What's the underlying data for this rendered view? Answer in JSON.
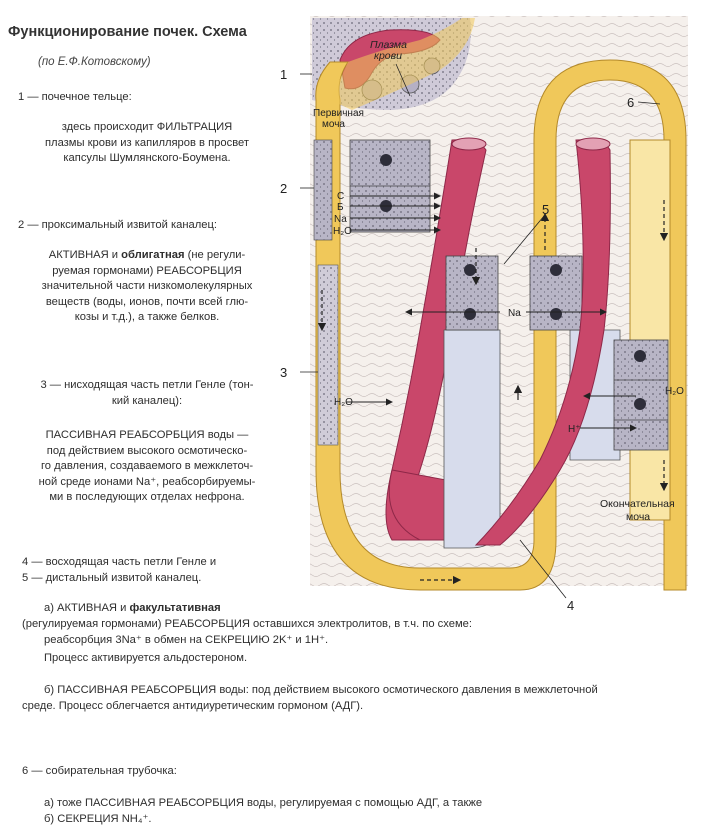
{
  "title": "Функционирование почек. Схема",
  "author": "(по Е.Ф.Котовскому)",
  "section1": {
    "heading": "1 — почечное тельце:",
    "lines": [
      "здесь происходит ФИЛЬТРАЦИЯ",
      "плазмы крови из капилляров в просвет",
      "капсулы Шумлянского-Боумена."
    ]
  },
  "section2": {
    "heading": "2 — проксимальный извитой каналец:",
    "line1_a": "АКТИВНАЯ и ",
    "line1_b": "облигатная",
    "line1_c": " (не регули-",
    "lines": [
      "руемая гормонами) РЕАБСОРБЦИЯ",
      "значительной части низкомолекулярных",
      "веществ (воды,  ионов, почти всей глю-",
      "козы и т.д.), а также белков."
    ]
  },
  "section3": {
    "heading_lines": [
      "3 — нисходящая часть петли Генле (тон-",
      "кий каналец):"
    ],
    "lines": [
      "ПАССИВНАЯ РЕАБСОРБЦИЯ воды —",
      "под действием высокого осмотическо-",
      "го давления, создаваемого в межклеточ-",
      "ной среде ионами Na⁺, реабсорбируемы-",
      "ми в последующих отделах нефрона."
    ]
  },
  "section45": {
    "line4": "4 — восходящая часть петли Генле и",
    "line5": "5 — дистальный извитой каналец.",
    "a_prefix": "а) АКТИВНАЯ и ",
    "a_bold": "факультативная",
    "a_line2": "(регулируемая гормонами) РЕАБСОРБЦИЯ оставшихся электролитов, в т.ч. по схеме:",
    "a_line3": "реабсорбция 3Na⁺ в обмен на СЕКРЕЦИЮ 2K⁺ и 1H⁺.",
    "a_line4": "Процесс активируется альдостероном.",
    "b_line1": "б) ПАССИВНАЯ РЕАБСОРБЦИЯ воды: под действием высокого осмотического давления в межклеточной",
    "b_line2": "среде. Процесс облегчается антидиуретическим гормоном (АДГ)."
  },
  "section6": {
    "heading": "6 — собирательная трубочка:",
    "a": "а) тоже ПАССИВНАЯ РЕАБСОРБЦИЯ воды, регулируемая с помощью АДГ, а также",
    "b": "б) СЕКРЕЦИЯ NH₄⁺."
  },
  "diagram": {
    "labels": {
      "n1": "1",
      "n2": "2",
      "n3": "3",
      "n4": "4",
      "n5": "5",
      "n6": "6",
      "plasma": [
        "Плазма",
        "крови"
      ],
      "primary_urine": [
        "Первичная",
        "моча"
      ],
      "final_urine": [
        "Окончательная",
        "моча"
      ],
      "c": "С",
      "b": "Б",
      "na1": "Na",
      "h2o1": "H₂O",
      "h2o2": "H₂O",
      "na2": "Na",
      "h2o3": "H₂O",
      "h": "H⁺"
    },
    "colors": {
      "tubule": "#f0c85a",
      "lumen": "#f9e6a6",
      "vessel": "#c9476a",
      "vessel_light": "#e3a1b4",
      "interstitium": "#f4eeea",
      "cells": "#b8b5c6",
      "paleblue": "#d7dcec"
    }
  }
}
